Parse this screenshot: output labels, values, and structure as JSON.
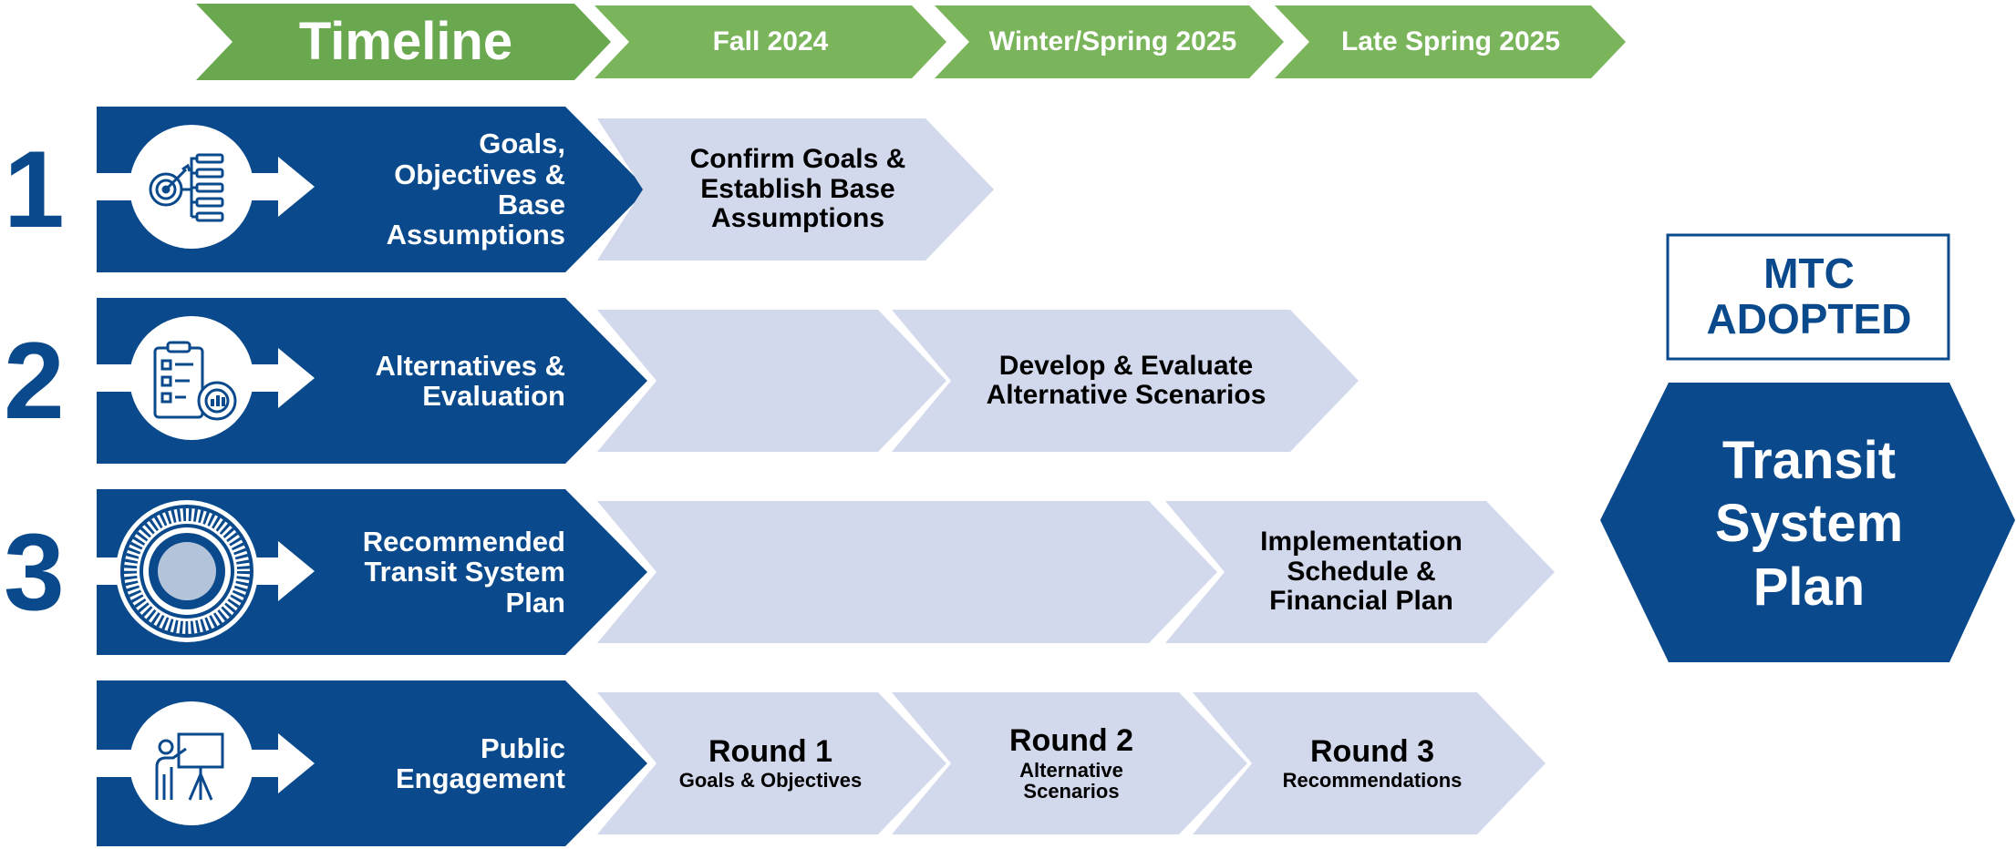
{
  "timeline_header": {
    "title": "Timeline",
    "periods": [
      "Fall 2024",
      "Winter/Spring 2025",
      "Late Spring 2025"
    ]
  },
  "rows": [
    {
      "number": "1",
      "label": "Goals, Objectives & Base Assumptions",
      "icon": "target-checklist-icon",
      "phases": [
        "Confirm Goals & Establish Base Assumptions"
      ]
    },
    {
      "number": "2",
      "label": "Alternatives & Evaluation",
      "icon": "clipboard-chart-icon",
      "phases": [
        "Develop & Evaluate Alternative Scenarios"
      ]
    },
    {
      "number": "3",
      "label": "Recommended Transit System Plan",
      "icon": "seal-icon",
      "phases": [
        "Implementation Schedule & Financial Plan"
      ]
    },
    {
      "number": "",
      "label": "Public Engagement",
      "icon": "presenter-board-icon",
      "rounds": [
        {
          "title": "Round 1",
          "subtitle": "Goals & Objectives"
        },
        {
          "title": "Round 2",
          "subtitle": "Alternative Scenarios"
        },
        {
          "title": "Round 3",
          "subtitle": "Recommendations"
        }
      ]
    }
  ],
  "outcome": {
    "badge": "MTC ADOPTED",
    "title": "Transit System Plan"
  },
  "colors": {
    "navy": "#0a4a8c",
    "green": "#7ab55c",
    "green_dark": "#6aa84f",
    "lavender": "#d3d9ec"
  }
}
